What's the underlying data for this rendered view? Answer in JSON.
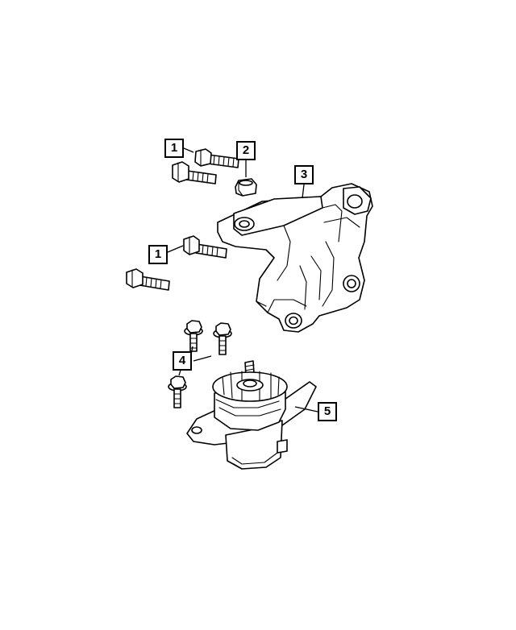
{
  "callouts": [
    {
      "id": "c1a",
      "label": "1"
    },
    {
      "id": "c2",
      "label": "2"
    },
    {
      "id": "c3",
      "label": "3"
    },
    {
      "id": "c1b",
      "label": "1"
    },
    {
      "id": "c4",
      "label": "4"
    },
    {
      "id": "c5",
      "label": "5"
    }
  ],
  "parts": [
    {
      "ref": "1",
      "name": "bolt"
    },
    {
      "ref": "2",
      "name": "nut"
    },
    {
      "ref": "3",
      "name": "bracket"
    },
    {
      "ref": "4",
      "name": "bolt"
    },
    {
      "ref": "5",
      "name": "mount"
    }
  ]
}
